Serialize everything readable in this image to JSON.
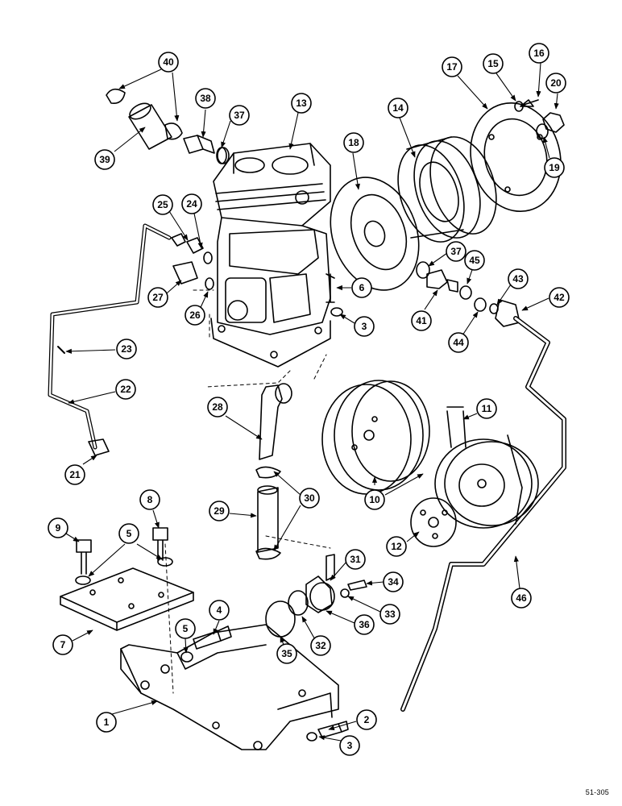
{
  "diagram": {
    "figure_code": "51-305",
    "callouts": [
      {
        "label": "1"
      },
      {
        "label": "2"
      },
      {
        "label": "3"
      },
      {
        "label": "3"
      },
      {
        "label": "4"
      },
      {
        "label": "5"
      },
      {
        "label": "5"
      },
      {
        "label": "6"
      },
      {
        "label": "7"
      },
      {
        "label": "8"
      },
      {
        "label": "9"
      },
      {
        "label": "10"
      },
      {
        "label": "11"
      },
      {
        "label": "12"
      },
      {
        "label": "13"
      },
      {
        "label": "14"
      },
      {
        "label": "15"
      },
      {
        "label": "16"
      },
      {
        "label": "17"
      },
      {
        "label": "18"
      },
      {
        "label": "19"
      },
      {
        "label": "20"
      },
      {
        "label": "21"
      },
      {
        "label": "22"
      },
      {
        "label": "23"
      },
      {
        "label": "24"
      },
      {
        "label": "25"
      },
      {
        "label": "26"
      },
      {
        "label": "27"
      },
      {
        "label": "28"
      },
      {
        "label": "29"
      },
      {
        "label": "30"
      },
      {
        "label": "31"
      },
      {
        "label": "32"
      },
      {
        "label": "33"
      },
      {
        "label": "34"
      },
      {
        "label": "35"
      },
      {
        "label": "36"
      },
      {
        "label": "37"
      },
      {
        "label": "37"
      },
      {
        "label": "38"
      },
      {
        "label": "39"
      },
      {
        "label": "40"
      },
      {
        "label": "41"
      },
      {
        "label": "42"
      },
      {
        "label": "43"
      },
      {
        "label": "44"
      },
      {
        "label": "45"
      },
      {
        "label": "46"
      }
    ]
  }
}
